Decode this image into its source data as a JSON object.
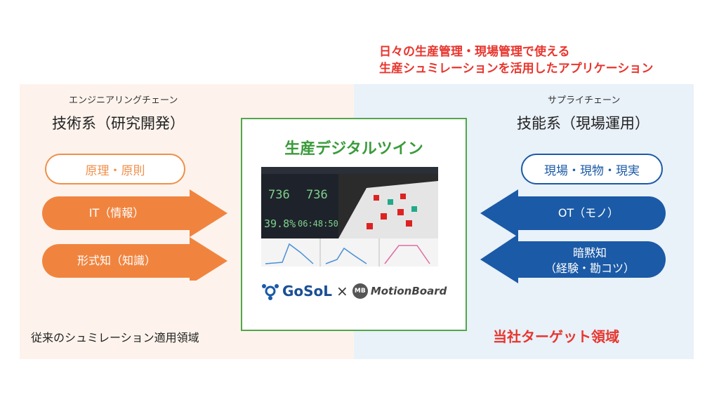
{
  "headline": {
    "line1": "日々の生産管理・現場管理で使える",
    "line2": "生産シュミレーションを活用したアプリケーション"
  },
  "left": {
    "subtitle": "エンジニアリングチェーン",
    "title": "技術系（研究開発）",
    "pill": "原理・原則",
    "arrows": [
      "IT（情報）",
      "形式知（知識）"
    ],
    "footer": "従来のシュミレーション適用領域"
  },
  "right": {
    "subtitle": "サプライチェーン",
    "title": "技能系（現場運用）",
    "pill": "現場・現物・現実",
    "arrows": [
      "OT（モノ）",
      "暗黙知",
      "（経験・勘コツ）"
    ],
    "footer": "当社ターゲット領域"
  },
  "center": {
    "title": "生産デジタルツイン",
    "screenshot": {
      "value_a": "736",
      "value_b": "736",
      "percent": "39.8%",
      "time": "06:48:50"
    },
    "logos": {
      "gosol": "GoSoL",
      "times": "×",
      "mb_badge": "MB",
      "motionboard": "MotionBoard"
    }
  },
  "colors": {
    "orange": "#f0843f",
    "blue": "#1b5aa6",
    "green": "#51a64a",
    "red": "#e8352d",
    "left_bg": "#fdf3ec",
    "right_bg": "#e9f1f9"
  }
}
